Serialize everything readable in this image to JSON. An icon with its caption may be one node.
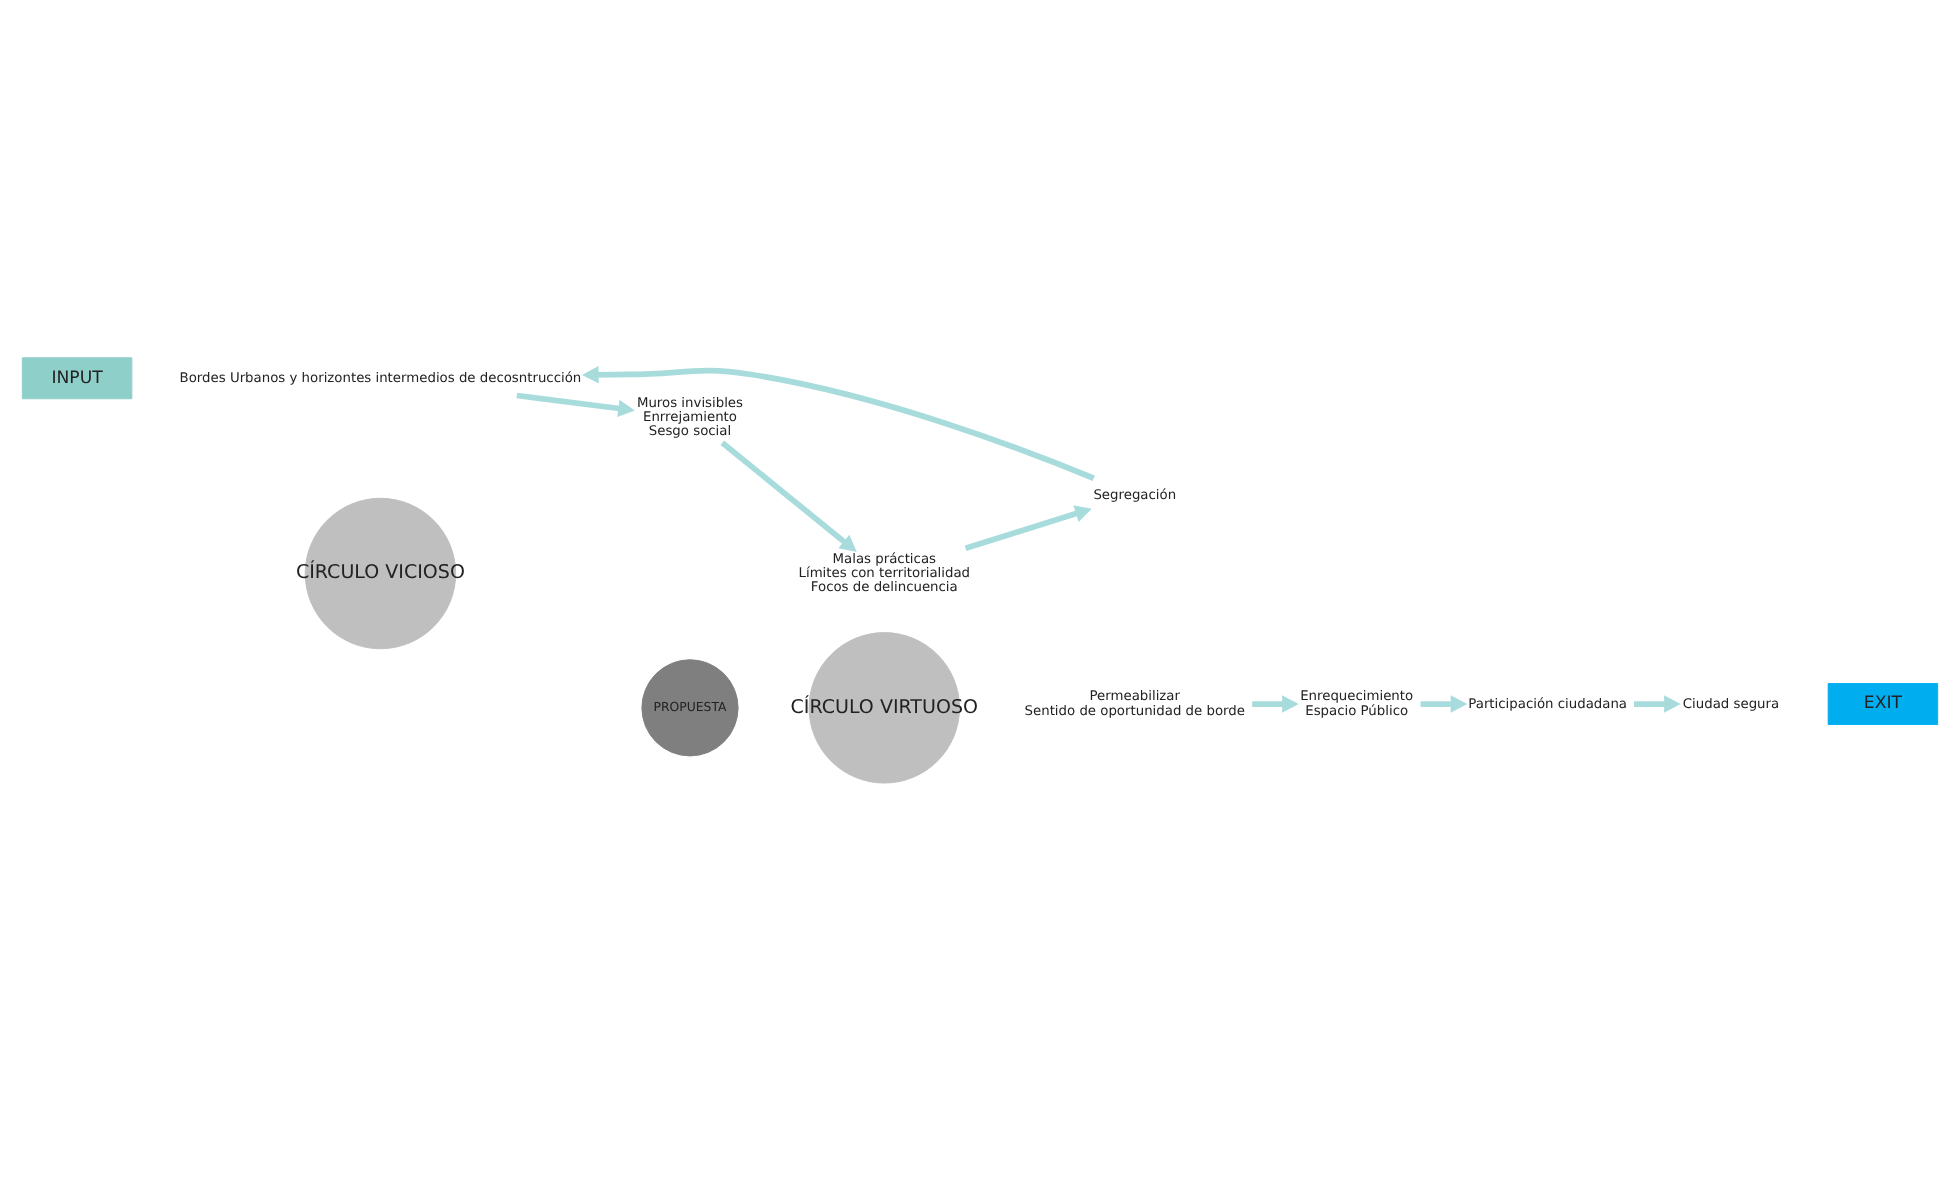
{
  "diagram": {
    "nodes": [
      {
        "text": [
          "INPUT"
        ]
      },
      {
        "text": [
          "CÍRCULO VICIOSO"
        ]
      },
      {
        "text": [
          "PROPUESTA"
        ]
      },
      {
        "text": [
          "CÍRCULO VIRTUOSO"
        ]
      },
      {
        "text": [
          "Muros invisibles",
          "Enrrejamiento",
          "Sesgo social"
        ]
      },
      {
        "text": [
          "Malas prácticas",
          "Límites con territorialidad",
          "Focos de delincuencia"
        ]
      },
      {
        "text": [
          "Segregación"
        ]
      },
      {
        "text": [
          "Bordes Urbanos y horizontes intermedios de decosntrucción"
        ]
      },
      {
        "text": [
          "Permeabilizar",
          "Sentido de oportunidad de borde"
        ]
      },
      {
        "text": [
          "Enrequecimiento",
          "Espacio Público"
        ]
      },
      {
        "text": [
          "Participación ciudadana"
        ]
      },
      {
        "text": [
          "Ciudad segura"
        ]
      },
      {
        "text": [
          "EXIT"
        ]
      }
    ],
    "edges": [
      {
        "from": 4,
        "to": 5,
        "arrow": "to"
      },
      {
        "from": 5,
        "to": 6,
        "arrow": "to"
      },
      {
        "from": 6,
        "to": 7,
        "arrow": "to"
      },
      {
        "from": 7,
        "to": 4,
        "arrow": "to"
      },
      {
        "from": 8,
        "to": 9,
        "arrow": "to"
      },
      {
        "from": 9,
        "to": 10,
        "arrow": "to"
      },
      {
        "from": 10,
        "to": 11,
        "arrow": "to"
      }
    ]
  }
}
